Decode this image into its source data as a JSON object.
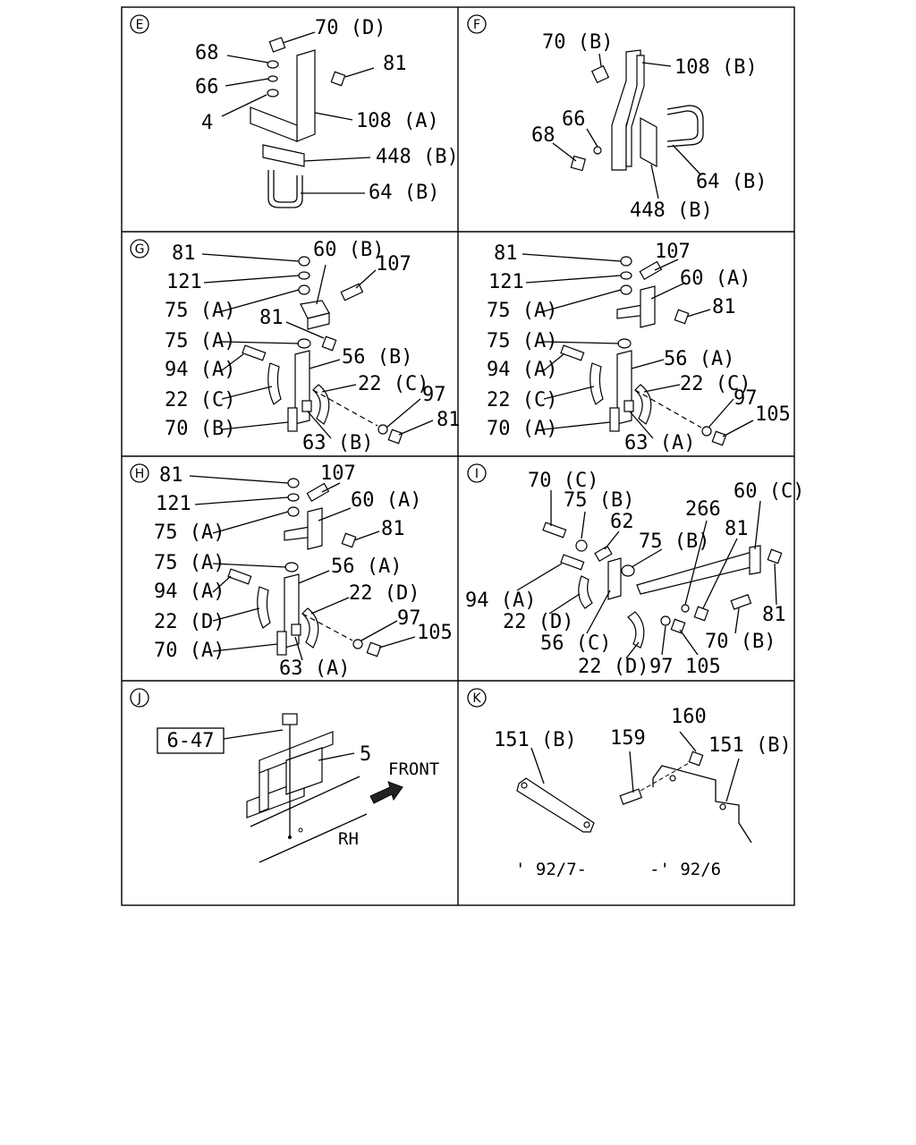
{
  "panels": {
    "E": {
      "id": "E",
      "labels": [
        "70 (D)",
        "68",
        "81",
        "66",
        "4",
        "108 (A)",
        "448 (B)",
        "64 (B)"
      ]
    },
    "F": {
      "id": "F",
      "labels": [
        "70 (B)",
        "108 (B)",
        "66",
        "68",
        "64 (B)",
        "448 (B)"
      ]
    },
    "G": {
      "id": "G",
      "left_labels": [
        "81",
        "60 (B)",
        "107",
        "121",
        "75 (A)",
        "81",
        "75 (A)",
        "94 (A)",
        "56 (B)",
        "22 (C)",
        "22 (C)",
        "97",
        "70 (B)",
        "81",
        "63 (B)"
      ],
      "right_labels": [
        "81",
        "107",
        "121",
        "60 (A)",
        "75 (A)",
        "81",
        "75 (A)",
        "56 (A)",
        "94 (A)",
        "22 (C)",
        "22 (C)",
        "97",
        "105",
        "70 (A)",
        "63 (A)"
      ]
    },
    "H": {
      "id": "H",
      "labels": [
        "81",
        "107",
        "121",
        "60 (A)",
        "75 (A)",
        "81",
        "75 (A)",
        "56 (A)",
        "94 (A)",
        "22 (D)",
        "22 (D)",
        "97",
        "105",
        "70 (A)",
        "63 (A)"
      ]
    },
    "I": {
      "id": "I",
      "labels": [
        "70 (C)",
        "75 (B)",
        "62",
        "266",
        "60 (C)",
        "75 (B)",
        "81",
        "94 (A)",
        "22 (D)",
        "81",
        "56 (C)",
        "70 (B)",
        "22 (D)",
        "97",
        "105"
      ]
    },
    "J": {
      "id": "J",
      "ref_box": "6-47",
      "labels": [
        "5"
      ],
      "direction": "FRONT",
      "side": "RH"
    },
    "K": {
      "id": "K",
      "labels": [
        "151 (B)",
        "160",
        "159",
        "151 (B)"
      ],
      "date_left": "' 92/7-",
      "date_right": "-' 92/6"
    }
  }
}
